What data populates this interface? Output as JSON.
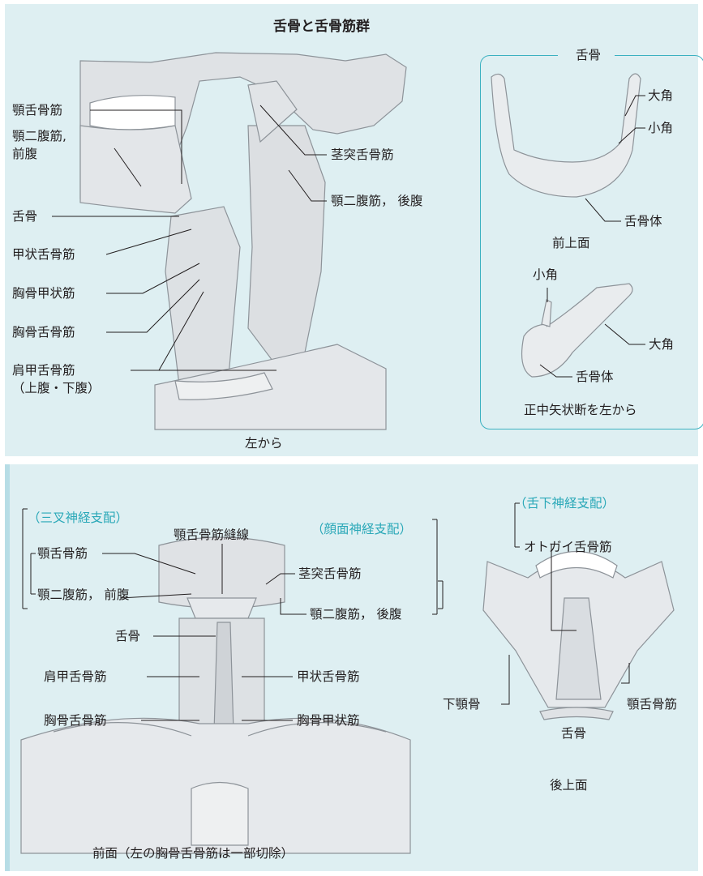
{
  "top": {
    "title": "舌骨と舌骨筋群",
    "lateral": {
      "labels": {
        "mylohyoid": "顎舌骨筋",
        "digastric_anterior": "顎二腹筋,\n前腹",
        "hyoid": "舌骨",
        "thyrohyoid": "甲状舌骨筋",
        "sternothyroid": "胸骨甲状筋",
        "sternohyoid": "胸骨舌骨筋",
        "omohyoid": "肩甲舌骨筋\n（上腹・下腹）",
        "stylohyoid": "茎突舌骨筋",
        "digastric_posterior": "顎二腹筋， 後腹"
      },
      "caption": "左から"
    },
    "hyoid_box": {
      "heading": "舌骨",
      "greater_horn": "大角",
      "lesser_horn": "小角",
      "body": "舌骨体",
      "caption_front": "前上面",
      "lesser_horn_2": "小角",
      "greater_horn_2": "大角",
      "body_2": "舌骨体",
      "caption_sagittal": "正中矢状断を左から"
    }
  },
  "bottom": {
    "anterior": {
      "trigeminal": "（三叉神経支配）",
      "raphe": "顎舌骨筋縫線",
      "facial": "（顔面神経支配）",
      "mylohyoid": "顎舌骨筋",
      "digastric_anterior": "顎二腹筋， 前腹",
      "stylohyoid": "茎突舌骨筋",
      "digastric_posterior": "顎二腹筋， 後腹",
      "hyoid": "舌骨",
      "omohyoid": "肩甲舌骨筋",
      "thyrohyoid": "甲状舌骨筋",
      "sternohyoid": "胸骨舌骨筋",
      "sternothyroid": "胸骨甲状筋",
      "caption": "前面（左の胸骨舌骨筋は一部切除）"
    },
    "posterior": {
      "hypoglossal": "（舌下神経支配）",
      "geniohyoid": "オトガイ舌骨筋",
      "mandible": "下顎骨",
      "mylohyoid": "顎舌骨筋",
      "hyoid": "舌骨",
      "caption": "後上面"
    }
  }
}
